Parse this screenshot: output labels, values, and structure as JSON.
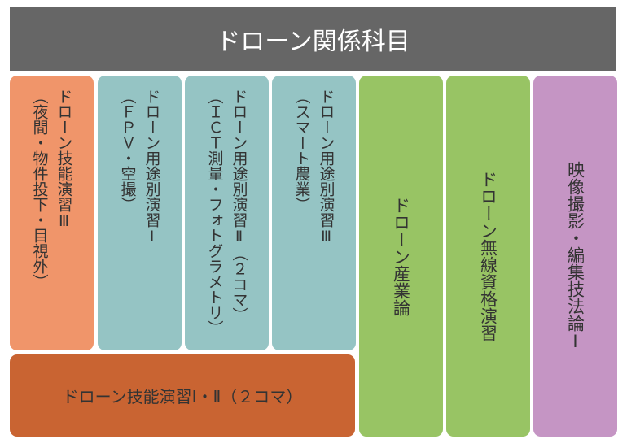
{
  "title": "ドローン関係科目",
  "columns": [
    {
      "line1": "ドローン技能演習Ⅲ",
      "line2": "（夜間・物件投下・目視外）"
    },
    {
      "line1": "ドローン用途別演習Ⅰ",
      "line2": "（ＦＰＶ・空撮）"
    },
    {
      "line1": "ドローン用途別演習Ⅱ（２コマ）",
      "line2": "（ＩＣＴ測量・フォトグラメトリ）"
    },
    {
      "line1": "ドローン用途別演習Ⅲ",
      "line2": "（スマート農業）"
    },
    {
      "line1": "ドローン産業論"
    },
    {
      "line1": "ドローン無線資格演習"
    },
    {
      "line1": "映像撮影・編集技法論Ⅰ"
    }
  ],
  "bottom": "ドローン技能演習Ⅰ・Ⅱ（２コマ）",
  "colors": {
    "header": "#666666",
    "orange": "#f0956a",
    "teal": "#95c4c4",
    "green": "#98c464",
    "purple": "#c595c4",
    "dark_orange": "#c96432"
  }
}
